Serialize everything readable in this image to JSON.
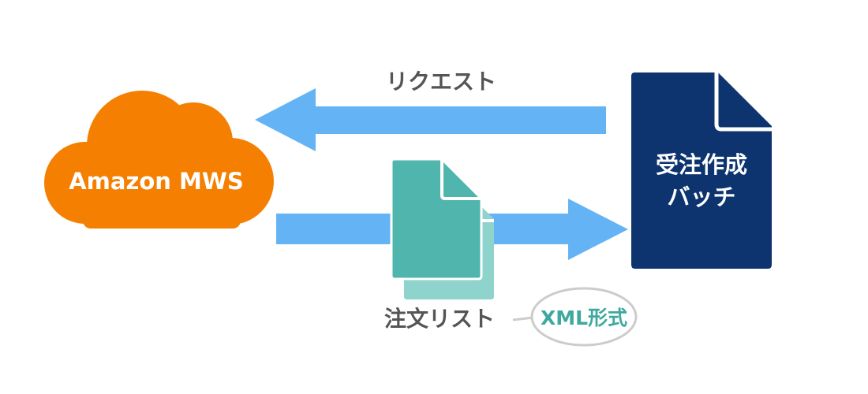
{
  "diagram": {
    "cloud_label": "Amazon MWS",
    "request_label": "リクエスト",
    "batch_label_line1": "受注作成",
    "batch_label_line2": "バッチ",
    "order_list_label": "注文リスト",
    "format_badge": "XML形式"
  },
  "colors": {
    "cloud": "#f57f00",
    "arrow": "#64b4f5",
    "document_dark": "#0d346e",
    "document_front": "#4fb5ad",
    "document_back": "#8ed3cc",
    "label_text": "#555555",
    "badge_text": "#3fa89f",
    "badge_border": "#cccccc"
  },
  "icons": {
    "cloud": "cloud-icon",
    "batch_document": "document-icon",
    "order_documents": "stacked-documents-icon"
  }
}
